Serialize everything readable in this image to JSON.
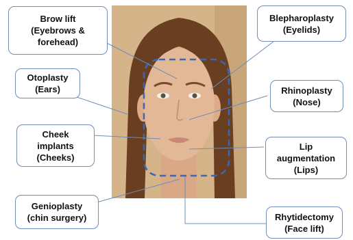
{
  "colors": {
    "box_border": "#6e8db7",
    "leader_line": "#6e8db7",
    "face_outline": "#3a68b3",
    "text": "#111111",
    "photo_background": "#d6b48a",
    "skin": "#e3b896",
    "hair": "#6a3e21"
  },
  "image_description_note": "",
  "labels": [
    {
      "id": "brow-lift",
      "lines": [
        "Brow lift",
        "(Eyebrows &",
        "forehead)"
      ]
    },
    {
      "id": "blepharoplasty",
      "lines": [
        "Blepharoplasty",
        "(Eyelids)"
      ]
    },
    {
      "id": "otoplasty",
      "lines": [
        "Otoplasty",
        "(Ears)"
      ]
    },
    {
      "id": "rhinoplasty",
      "lines": [
        "Rhinoplasty",
        "(Nose)"
      ]
    },
    {
      "id": "cheek-implants",
      "lines": [
        "Cheek",
        "implants",
        "(Cheeks)"
      ]
    },
    {
      "id": "lip-augmentation",
      "lines": [
        "Lip",
        "augmentation",
        "(Lips)"
      ]
    },
    {
      "id": "genioplasty",
      "lines": [
        "Genioplasty",
        "(chin surgery)"
      ]
    },
    {
      "id": "rhytidectomy",
      "lines": [
        "Rhytidectomy",
        "(Face lift)"
      ]
    }
  ]
}
